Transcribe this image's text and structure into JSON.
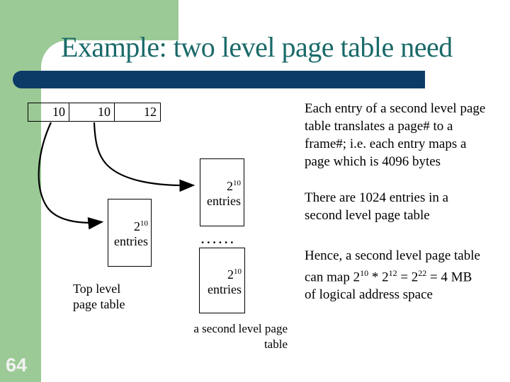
{
  "slide": {
    "title": "Example: two level page table need",
    "page_number": "64"
  },
  "diagram": {
    "address_fields": [
      "10",
      "10",
      "12"
    ],
    "box_label": {
      "base": "2",
      "exponent": "10",
      "word": "entries"
    },
    "dots": "......",
    "top_level_caption": {
      "line1": "Top level",
      "line2": "page table"
    },
    "second_level_caption": {
      "line1": "a second level page",
      "line2": "table"
    }
  },
  "notes": {
    "block1": {
      "line1": "Each entry of a second level page",
      "line2": "table translates a page# to a",
      "line3": "frame#; i.e. each entry maps a",
      "line4": "page which is 4096 bytes"
    },
    "block2": {
      "line1": "There are 1024 entries in a",
      "line2": "second level page table"
    },
    "block3": {
      "line1": "Hence, a second level page table",
      "line2": {
        "t1": "can map 2",
        "e1": "10",
        "t2": " * 2",
        "e2": "12",
        "t3": " = 2",
        "e3": "22",
        "t4": " = 4 MB"
      },
      "line3": "of logical address space"
    }
  },
  "colors": {
    "template_green": "#9BCA96",
    "accent_navy": "#0D3B67",
    "title_teal": "#1A6A69",
    "body_text": "#000000",
    "page_number_text": "#F2F2F2"
  }
}
